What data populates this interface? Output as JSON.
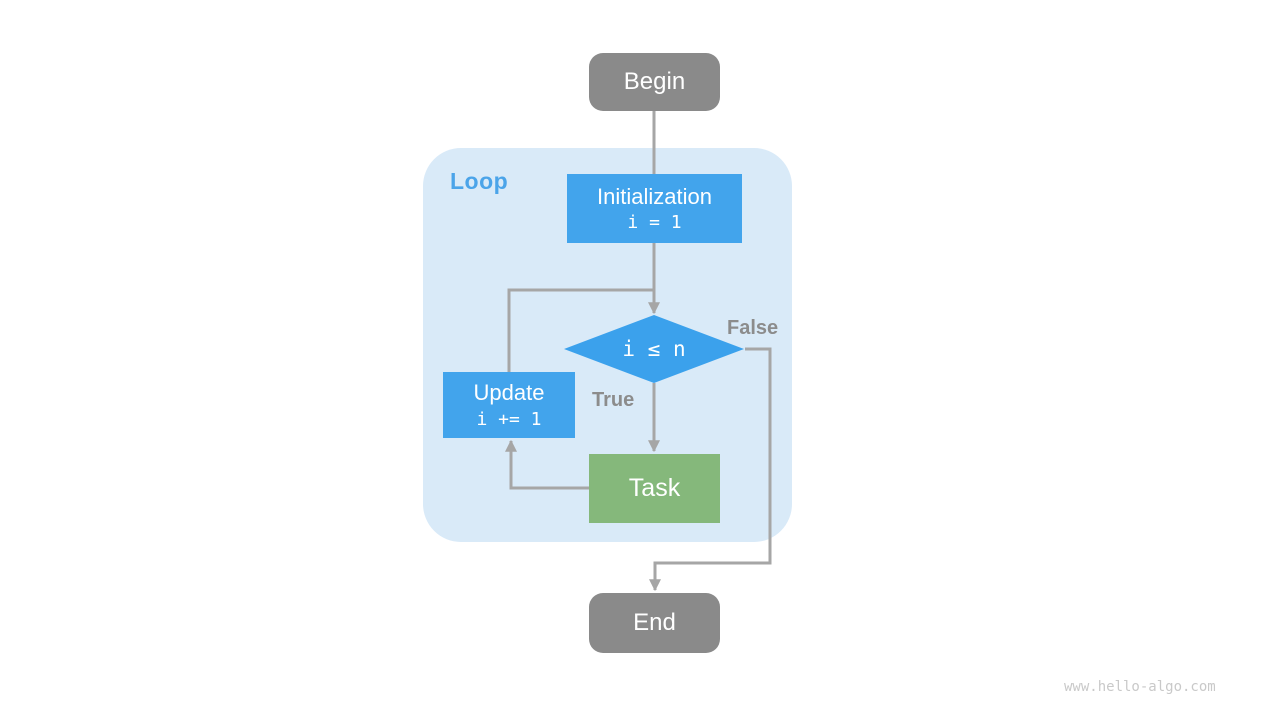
{
  "diagram": {
    "nodes": {
      "begin": {
        "label": "Begin"
      },
      "initialization": {
        "title": "Initialization",
        "code": "i = 1"
      },
      "condition": {
        "code": "i ≤ n"
      },
      "update": {
        "title": "Update",
        "code": "i += 1"
      },
      "task": {
        "label": "Task"
      },
      "end": {
        "label": "End"
      }
    },
    "labels": {
      "loop": "Loop",
      "true_label": "True",
      "false_label": "False"
    },
    "watermark": "www.hello-algo.com",
    "colors": {
      "process_blue": "#42A4EC",
      "decision_blue": "#3BA1EC",
      "terminal_gray": "#8A8A8A",
      "task_green": "#85B87B",
      "loop_bg": "#D9EAF8",
      "connector": "#A6A6A6",
      "label_gray": "#8C8C8C",
      "loop_label": "#4BA4E9",
      "watermark": "#C9C9C9"
    }
  }
}
